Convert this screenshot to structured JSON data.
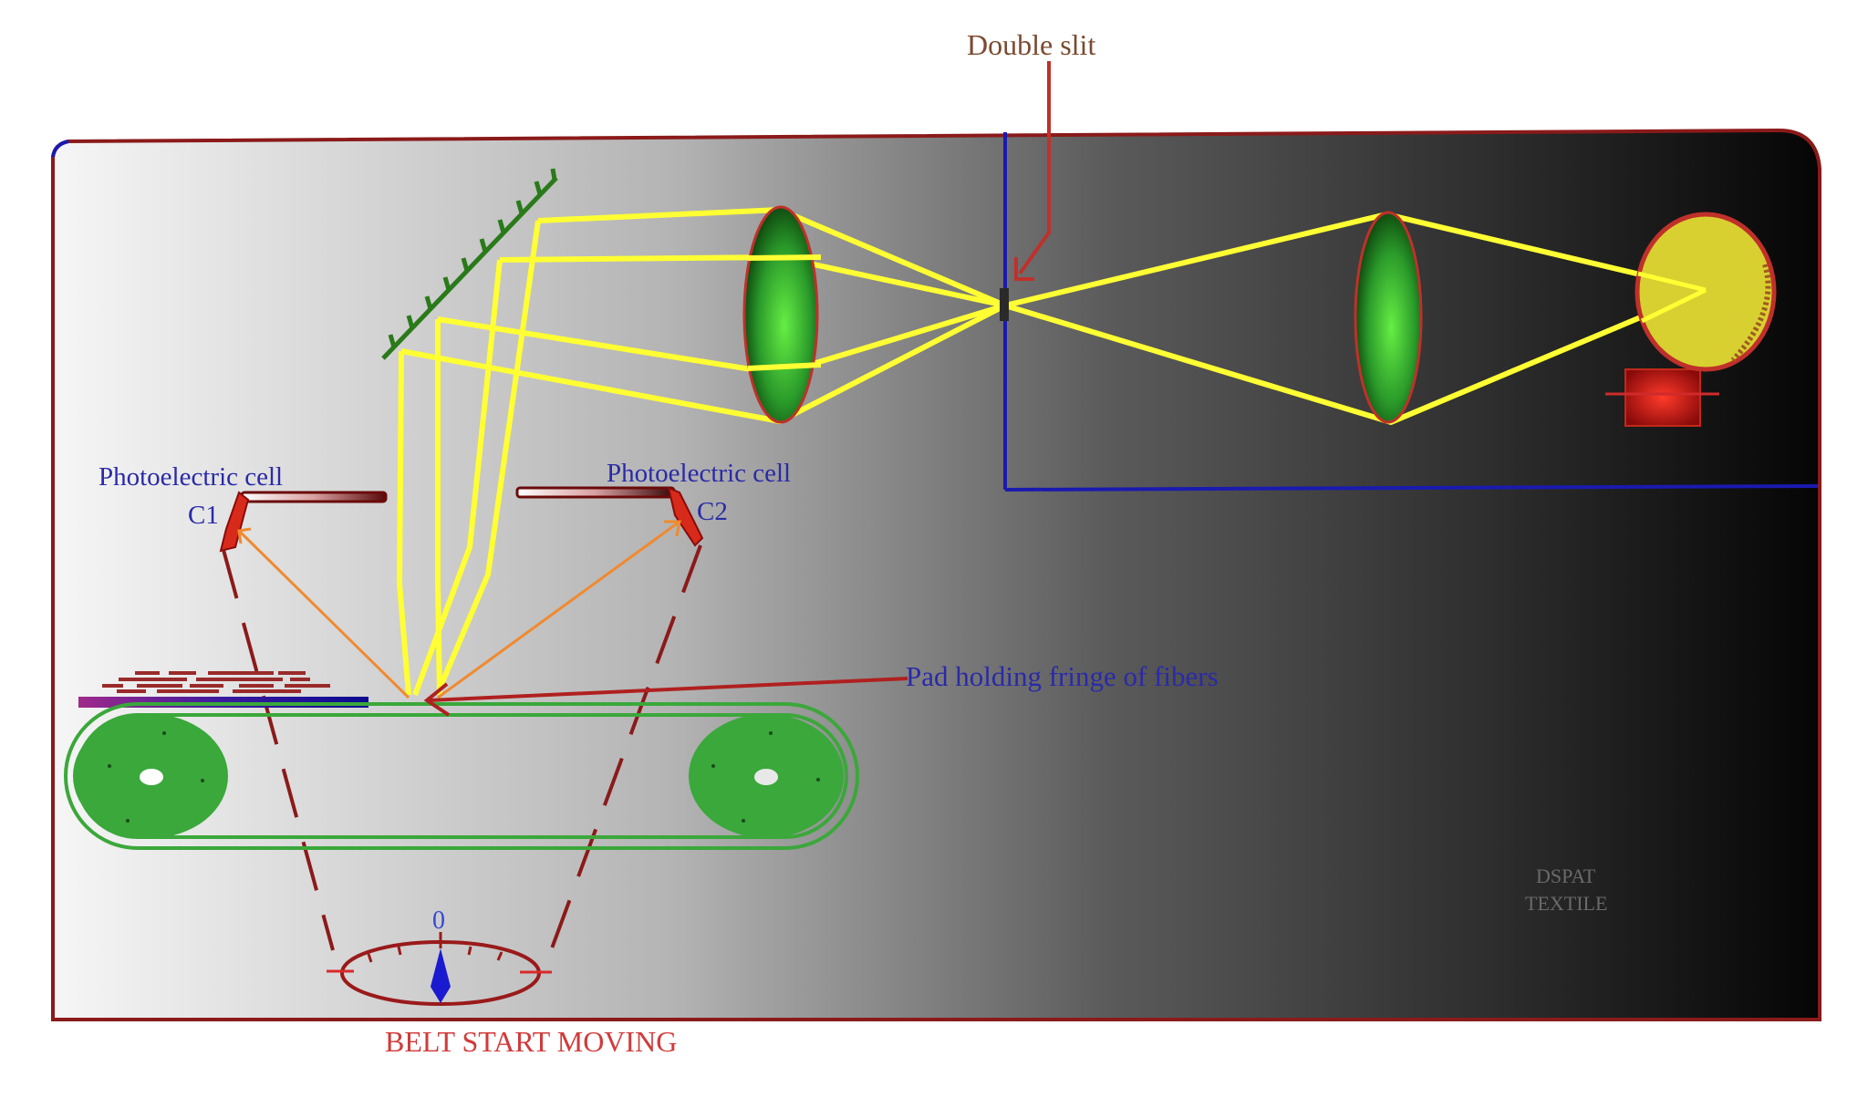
{
  "diagram": {
    "title_label": "Double slit",
    "labels": {
      "photocell_left": "Photoelectric cell",
      "photocell_left_id": "C1",
      "photocell_right": "Photoelectric cell",
      "photocell_right_id": "C2",
      "pad": "Pad holding fringe of fibers",
      "dial_zero": "0",
      "caption": "BELT START MOVING",
      "watermark_line1": "DSPAT",
      "watermark_line2": "TEXTILE"
    },
    "components": [
      "light source (bulb)",
      "condenser lens",
      "double slit",
      "objective lens",
      "plane mirror",
      "photoelectric cell C1",
      "photoelectric cell C2",
      "conveyor belt with pulleys",
      "pad with fiber fringe",
      "galvanometer dial"
    ],
    "colors": {
      "frame_border": "#8b1a1a",
      "beam": "#ffff33",
      "lens": "#33cc33",
      "blue_box": "#1a1ab0",
      "bulb": "#d8d030",
      "arrow": "#c0302a",
      "reflect": "#f08030",
      "belt": "#3aa83a"
    }
  }
}
